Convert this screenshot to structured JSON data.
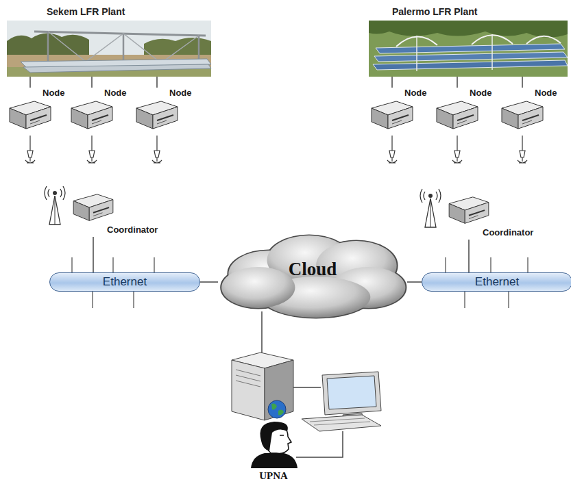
{
  "diagram": {
    "nodes": [
      {
        "text": [
          "Sekem LFR Plant"
        ]
      },
      {
        "text": [
          "Palermo LFR Plant"
        ]
      },
      {
        "text": [
          "Node"
        ]
      },
      {
        "text": [
          "Node"
        ]
      },
      {
        "text": [
          "Node"
        ]
      },
      {
        "text": [
          "Node"
        ]
      },
      {
        "text": [
          "Node"
        ]
      },
      {
        "text": [
          "Node"
        ]
      },
      {
        "text": [
          "Coordinator"
        ]
      },
      {
        "text": [
          "Coordinator"
        ]
      },
      {
        "text": [
          "Ethernet"
        ]
      },
      {
        "text": [
          "Cloud"
        ]
      },
      {
        "text": [
          "Ethernet"
        ]
      },
      {
        "text": [
          "UPNA"
        ]
      }
    ],
    "edges": [
      {
        "from": 0,
        "to": 2,
        "arrow": "none"
      },
      {
        "from": 0,
        "to": 3,
        "arrow": "none"
      },
      {
        "from": 0,
        "to": 4,
        "arrow": "none"
      },
      {
        "from": 1,
        "to": 5,
        "arrow": "none"
      },
      {
        "from": 1,
        "to": 6,
        "arrow": "none"
      },
      {
        "from": 1,
        "to": 7,
        "arrow": "none"
      },
      {
        "from": 8,
        "to": 10,
        "arrow": "none"
      },
      {
        "from": 9,
        "to": 12,
        "arrow": "none"
      },
      {
        "from": 10,
        "to": 11,
        "arrow": "none"
      },
      {
        "from": 11,
        "to": 12,
        "arrow": "none"
      }
    ]
  }
}
